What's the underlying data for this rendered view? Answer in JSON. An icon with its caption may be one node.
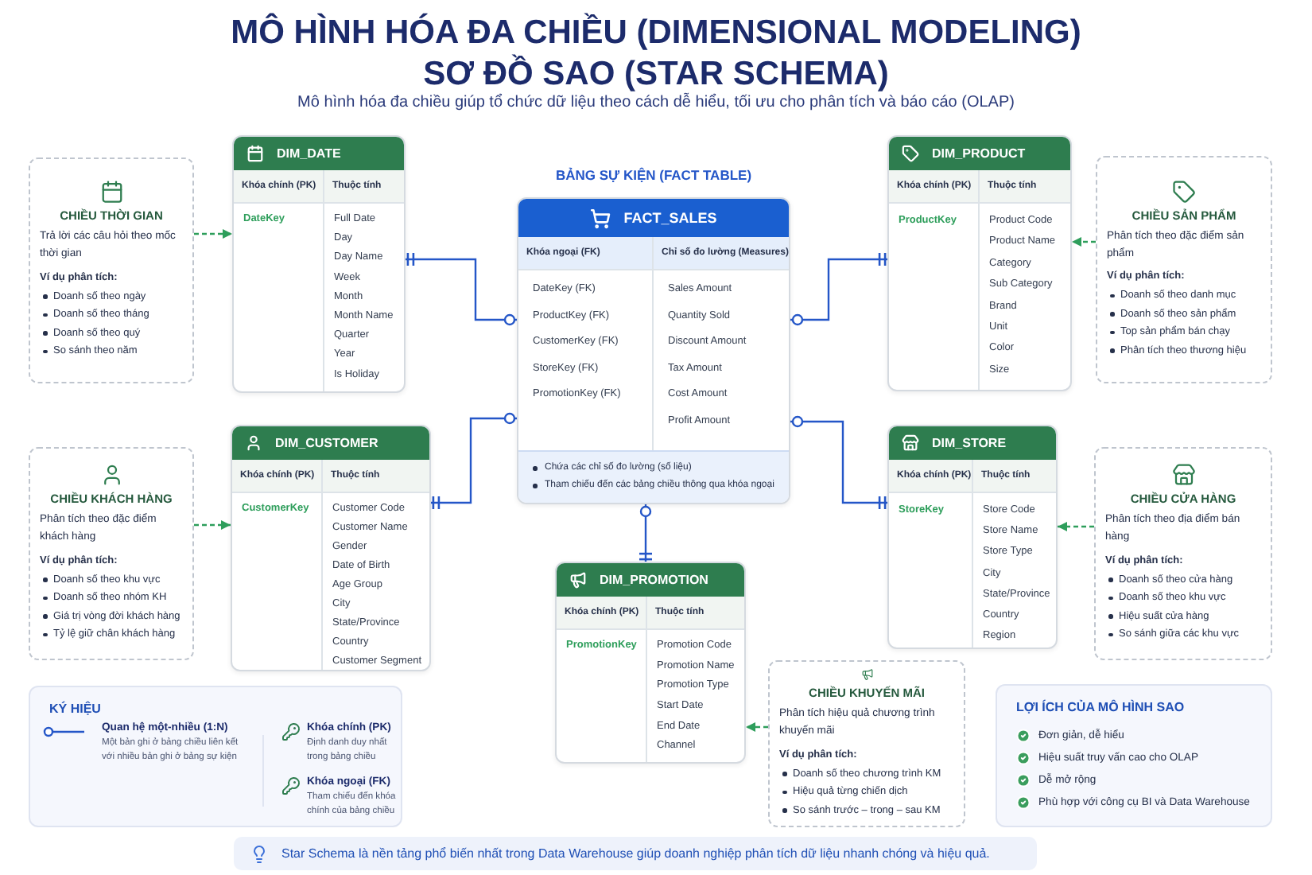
{
  "diagram": {
    "title": "MÔ HÌNH HÓA ĐA CHIỀU (DIMENSIONAL MODELING)",
    "nodes": [
      {
        "text": [
          "CHIỀU THỜI GIAN",
          "Trả lời các câu hỏi theo mốc thời gian",
          "Ví dụ phân tích:",
          "Doanh số theo ngày",
          "Doanh số theo tháng",
          "Doanh số theo quý",
          "So sánh theo năm"
        ]
      },
      {
        "text": [
          "DIM_DATE",
          "Khóa chính (PK)",
          "Thuộc tính",
          "DateKey",
          "Full Date",
          "Day",
          "Day Name",
          "Week",
          "Month",
          "Month Name",
          "Quarter",
          "Year",
          "Is Holiday"
        ]
      },
      {
        "text": [
          "BẢNG SỰ KIỆN (FACT TABLE)",
          "FACT_SALES",
          "Khóa ngoại (FK)",
          "Chỉ số đo lường (Measures)",
          "DateKey (FK)",
          "ProductKey (FK)",
          "CustomerKey (FK)",
          "StoreKey (FK)",
          "PromotionKey (FK)",
          "Sales Amount",
          "Quantity Sold",
          "Discount Amount",
          "Tax Amount",
          "Cost Amount",
          "Profit Amount",
          "Chứa các chỉ số đo lường (số liệu)",
          "Tham chiếu đến các bảng chiều thông qua khóa ngoại"
        ]
      },
      {
        "text": [
          "DIM_PRODUCT",
          "Khóa chính (PK)",
          "Thuộc tính",
          "ProductKey",
          "Product Code",
          "Product Name",
          "Category",
          "Sub Category",
          "Brand",
          "Unit",
          "Color",
          "Size"
        ]
      },
      {
        "text": [
          "CHIỀU SẢN PHẨM",
          "Phân tích theo đặc điểm sản phẩm",
          "Ví dụ phân tích:",
          "Doanh số theo danh mục",
          "Doanh số theo sản phẩm",
          "Top sản phẩm bán chạy",
          "Phân tích theo thương hiệu"
        ]
      },
      {
        "text": [
          "CHIỀU KHÁCH HÀNG",
          "Phân tích theo đặc điểm khách hàng",
          "Ví dụ phân tích:",
          "Doanh số theo khu vực",
          "Doanh số theo nhóm KH",
          "Giá trị vòng đời khách hàng",
          "Tỷ lệ giữ chân khách hàng"
        ]
      },
      {
        "text": [
          "DIM_CUSTOMER",
          "Khóa chính (PK)",
          "Thuộc tính",
          "CustomerKey",
          "Customer Code",
          "Customer Name",
          "Gender",
          "Date of Birth",
          "Age Group",
          "City",
          "State/Province",
          "Country",
          "Customer Segment"
        ]
      },
      {
        "text": [
          "DIM_STORE",
          "Khóa chính (PK)",
          "Thuộc tính",
          "StoreKey",
          "Store Code",
          "Store Name",
          "Store Type",
          "City",
          "State/Province",
          "Country",
          "Region"
        ]
      },
      {
        "text": [
          "CHIỀU CỬA HÀNG",
          "Phân tích theo địa điểm bán hàng",
          "Ví dụ phân tích:",
          "Doanh số theo cửa hàng",
          "Doanh số theo khu vực",
          "Hiệu suất cửa hàng",
          "So sánh giữa các khu vực"
        ]
      },
      {
        "text": [
          "DIM_PROMOTION",
          "Khóa chính (PK)",
          "Thuộc tính",
          "PromotionKey",
          "Promotion Code",
          "Promotion Name",
          "Promotion Type",
          "Start Date",
          "End Date",
          "Channel"
        ]
      },
      {
        "text": [
          "CHIỀU KHUYẾN MÃI",
          "Phân tích hiệu quả chương trình khuyến mãi",
          "Ví dụ phân tích:",
          "Doanh số theo chương trình KM",
          "Hiệu quả từng chiến dịch",
          "So sánh trước – trong – sau KM"
        ]
      },
      {
        "text": [
          "KÝ HIỆU",
          "Quan hệ một-nhiều (1:N)",
          "Một bản ghi ở bảng chiều liên kết với nhiều bản ghi ở bảng sự kiện",
          "Khóa chính (PK)",
          "Định danh duy nhất trong bảng chiều",
          "Khóa ngoại (FK)",
          "Tham chiếu đến khóa chính của bảng chiều"
        ]
      },
      {
        "text": [
          "LỢI ÍCH CỦA MÔ HÌNH SAO",
          "Đơn giản, dễ hiểu",
          "Hiệu suất truy vấn cao cho OLAP",
          "Dễ mở rộng",
          "Phù hợp với công cụ BI và Data Warehouse"
        ]
      },
      {
        "text": [
          "Star Schema là nền tảng phổ biến nhất trong Data Warehouse giúp doanh nghiệp phân tích dữ liệu nhanh chóng và hiệu quả."
        ]
      }
    ],
    "edges": [
      {
        "from": 1,
        "to": 2,
        "arrow": "other"
      },
      {
        "from": 3,
        "to": 2,
        "arrow": "other"
      },
      {
        "from": 6,
        "to": 2,
        "arrow": "other"
      },
      {
        "from": 7,
        "to": 2,
        "arrow": "other"
      },
      {
        "from": 9,
        "to": 2,
        "arrow": "other"
      },
      {
        "from": 0,
        "to": 1,
        "arrow": "to",
        "style": "dashed",
        "color": "#2e9e5b"
      },
      {
        "from": 4,
        "to": 3,
        "arrow": "to",
        "style": "dashed",
        "color": "#2e9e5b"
      },
      {
        "from": 5,
        "to": 6,
        "arrow": "to",
        "style": "dashed",
        "color": "#2e9e5b"
      },
      {
        "from": 8,
        "to": 7,
        "arrow": "to",
        "style": "dashed",
        "color": "#2e9e5b"
      },
      {
        "from": 10,
        "to": 9,
        "arrow": "to",
        "style": "dashed",
        "color": "#2e9e5b"
      }
    ],
    "labels": [
      "SƠ ĐỒ SAO (STAR SCHEMA)",
      "Mô hình hóa đa chiều giúp tổ chức dữ liệu theo cách dễ hiểu, tối ưu cho phân tích và báo cáo (OLAP)"
    ]
  }
}
